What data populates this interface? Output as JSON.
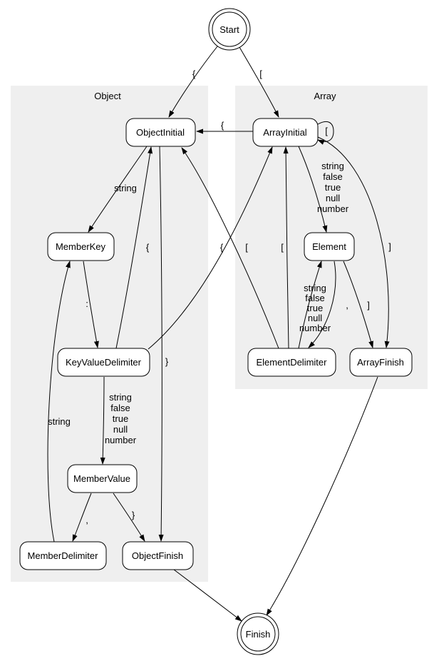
{
  "diagram": {
    "kind": "state-machine",
    "clusters": {
      "object": {
        "label": "Object"
      },
      "array": {
        "label": "Array"
      }
    },
    "nodes": {
      "start": {
        "label": "Start",
        "shape": "doublecircle"
      },
      "finish": {
        "label": "Finish",
        "shape": "doublecircle"
      },
      "object_initial": {
        "label": "ObjectInitial",
        "shape": "rounded-box"
      },
      "array_initial": {
        "label": "ArrayInitial",
        "shape": "rounded-box"
      },
      "member_key": {
        "label": "MemberKey",
        "shape": "rounded-box"
      },
      "element": {
        "label": "Element",
        "shape": "rounded-box"
      },
      "key_value_delimiter": {
        "label": "KeyValueDelimiter",
        "shape": "rounded-box"
      },
      "element_delimiter": {
        "label": "ElementDelimiter",
        "shape": "rounded-box"
      },
      "array_finish": {
        "label": "ArrayFinish",
        "shape": "rounded-box"
      },
      "member_value": {
        "label": "MemberValue",
        "shape": "rounded-box"
      },
      "member_delimiter": {
        "label": "MemberDelimiter",
        "shape": "rounded-box"
      },
      "object_finish": {
        "label": "ObjectFinish",
        "shape": "rounded-box"
      }
    },
    "edges": {
      "start_object_initial": {
        "from": "Start",
        "to": "ObjectInitial",
        "label": "{"
      },
      "start_array_initial": {
        "from": "Start",
        "to": "ArrayInitial",
        "label": "["
      },
      "array_initial_object_initial": {
        "from": "ArrayInitial",
        "to": "ObjectInitial",
        "label": "{"
      },
      "array_initial_self": {
        "from": "ArrayInitial",
        "to": "ArrayInitial",
        "label": "["
      },
      "object_initial_member_key": {
        "from": "ObjectInitial",
        "to": "MemberKey",
        "label": "string"
      },
      "object_initial_object_finish": {
        "from": "ObjectInitial",
        "to": "ObjectFinish",
        "label": "}"
      },
      "member_key_key_value_delimiter": {
        "from": "MemberKey",
        "to": "KeyValueDelimiter",
        "label": ":"
      },
      "key_value_delimiter_object_initial": {
        "from": "KeyValueDelimiter",
        "to": "ObjectInitial",
        "label": "{"
      },
      "key_value_delimiter_array_initial": {
        "from": "KeyValueDelimiter",
        "to": "ArrayInitial",
        "label": "["
      },
      "key_value_delimiter_member_value": {
        "from": "KeyValueDelimiter",
        "to": "MemberValue",
        "label_lines": [
          "string",
          "false",
          "true",
          "null",
          "number"
        ]
      },
      "member_delimiter_member_key": {
        "from": "MemberDelimiter",
        "to": "MemberKey",
        "label": "string"
      },
      "member_value_member_delimiter": {
        "from": "MemberValue",
        "to": "MemberDelimiter",
        "label": ","
      },
      "member_value_object_finish": {
        "from": "MemberValue",
        "to": "ObjectFinish",
        "label": "}"
      },
      "object_finish_finish": {
        "from": "ObjectFinish",
        "to": "Finish",
        "label": ""
      },
      "array_initial_element": {
        "from": "ArrayInitial",
        "to": "Element",
        "label_lines": [
          "string",
          "false",
          "true",
          "null",
          "number"
        ]
      },
      "array_initial_array_finish": {
        "from": "ArrayInitial",
        "to": "ArrayFinish",
        "label": "]"
      },
      "element_element_delimiter": {
        "from": "Element",
        "to": "ElementDelimiter",
        "label": ","
      },
      "element_array_finish": {
        "from": "Element",
        "to": "ArrayFinish",
        "label": "]"
      },
      "element_delimiter_element": {
        "from": "ElementDelimiter",
        "to": "Element",
        "label_lines": [
          "string",
          "false",
          "true",
          "null",
          "number"
        ]
      },
      "element_delimiter_object_initial": {
        "from": "ElementDelimiter",
        "to": "ObjectInitial",
        "label": "{"
      },
      "element_delimiter_array_initial": {
        "from": "ElementDelimiter",
        "to": "ArrayInitial",
        "label": "["
      },
      "array_finish_finish": {
        "from": "ArrayFinish",
        "to": "Finish",
        "label": ""
      }
    }
  }
}
